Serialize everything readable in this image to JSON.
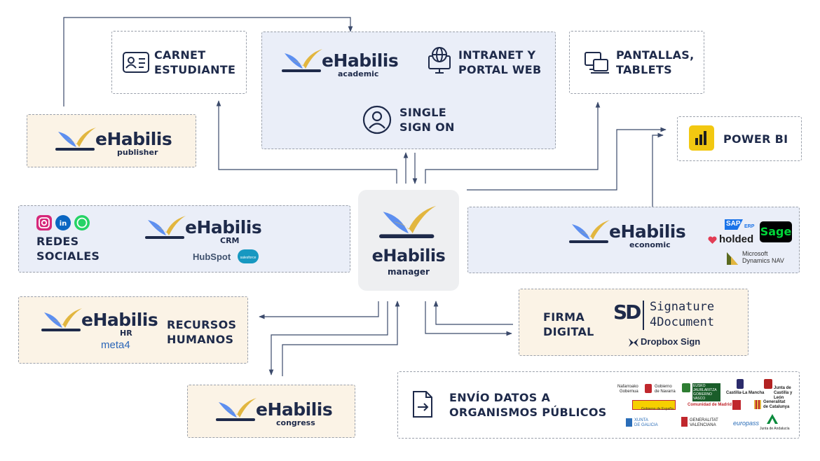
{
  "central": {
    "name": "eHabilis",
    "module": "manager"
  },
  "modules": {
    "academic": {
      "name": "eHabilis",
      "module": "academic"
    },
    "publisher": {
      "name": "eHabilis",
      "module": "publisher"
    },
    "crm": {
      "name": "eHabilis",
      "module": "CRM"
    },
    "hr": {
      "name": "eHabilis",
      "module": "HR"
    },
    "congress": {
      "name": "eHabilis",
      "module": "congress"
    },
    "economic": {
      "name": "eHabilis",
      "module": "economic"
    }
  },
  "labels": {
    "carnet": [
      "CARNET",
      "ESTUDIANTE"
    ],
    "intranet": [
      "INTRANET Y",
      "PORTAL WEB"
    ],
    "sso": [
      "SINGLE",
      "SIGN ON"
    ],
    "pantallas": [
      "PANTALLAS,",
      "TABLETS"
    ],
    "powerbi": "POWER BI",
    "redes": [
      "REDES",
      "SOCIALES"
    ],
    "rrhh": [
      "RECURSOS",
      "HUMANOS"
    ],
    "firma": [
      "FIRMA",
      "DIGITAL"
    ],
    "envio": [
      "ENVÍO DATOS A",
      "ORGANISMOS PÚBLICOS"
    ]
  },
  "brands": {
    "hubspot": "HubSpot",
    "salesforce": "salesforce",
    "meta4": "meta4",
    "sap": "SAP",
    "sap_erp": "ERP",
    "sage": "Sage",
    "holded": "holded",
    "dynamics": [
      "Microsoft",
      "Dynamics NAV"
    ],
    "signature": [
      "Signature",
      "4Document"
    ],
    "dropbox": "Dropbox Sign",
    "sd_mark": "SD"
  },
  "organismos": [
    [
      "Nafarroako",
      "Gobernua"
    ],
    [
      "Gobierno",
      "de Navarra"
    ],
    [
      "EUSKO JAURLARITZA",
      "GOBIERNO VASCO"
    ],
    [
      "Castilla-La Mancha"
    ],
    [
      "Junta de",
      "Castilla y León"
    ],
    [
      "Gobierno de España"
    ],
    [
      "Comunidad de Madrid"
    ],
    [
      "Generalitat",
      "de Catalunya"
    ],
    [
      "XUNTA",
      "DE GALICIA"
    ],
    [
      "GENERALITAT",
      "VALENCIANA"
    ],
    [
      "europass"
    ],
    [
      "Junta de Andalucía"
    ]
  ],
  "colors": {
    "navy": "#1e2a4a",
    "gold": "#e2b63f",
    "sky": "#5d8ff0",
    "cream": "#fbf3e6",
    "blue_panel": "#eaeef8",
    "wire": "#3b4a6b"
  },
  "icons": [
    "id-card-icon",
    "globe-monitor-icon",
    "user-circle-icon",
    "devices-icon",
    "powerbi-icon",
    "instagram-icon",
    "linkedin-icon",
    "whatsapp-icon",
    "file-export-icon"
  ]
}
